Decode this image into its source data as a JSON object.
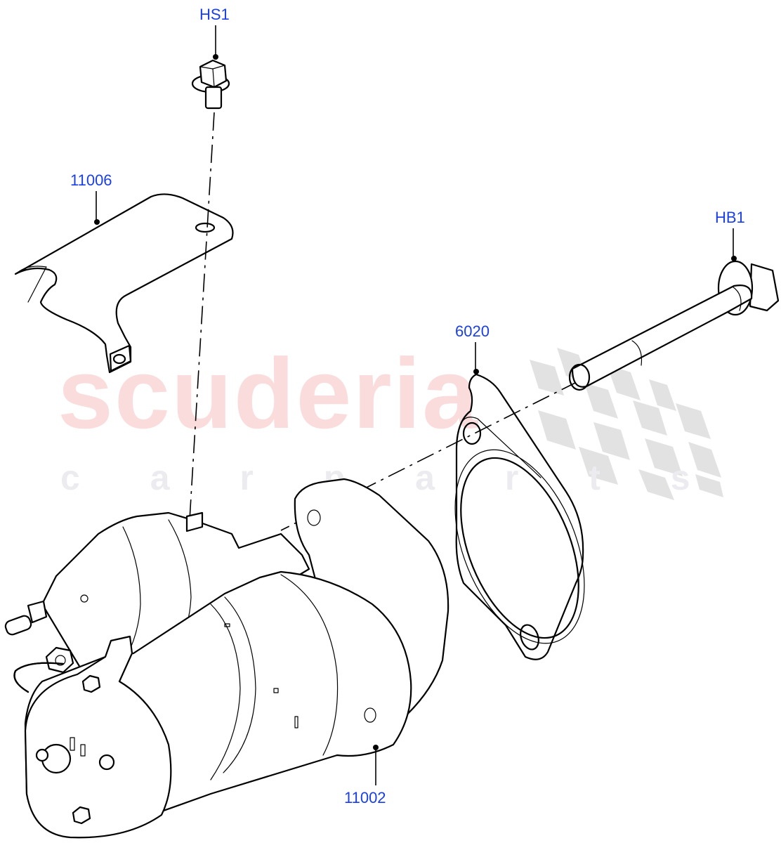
{
  "diagram": {
    "type": "exploded-parts-diagram",
    "subject": "starter motor assembly",
    "label_color": "#1a3fe6",
    "line_color": "#000000",
    "background": "#ffffff"
  },
  "watermark": {
    "brand": "scuderia",
    "tagline": "c a r   p a r t s",
    "brand_color": "#fbdcdc",
    "tagline_color": "#ececf0",
    "flag_color": "#e2e2e2"
  },
  "callouts": [
    {
      "id": "HS1",
      "label": "HS1",
      "part": "hex flange screw"
    },
    {
      "id": "11006",
      "label": "11006",
      "part": "heat shield bracket"
    },
    {
      "id": "HB1",
      "label": "HB1",
      "part": "hex flange bolt"
    },
    {
      "id": "6020",
      "label": "6020",
      "part": "gasket"
    },
    {
      "id": "11002",
      "label": "11002",
      "part": "starter motor"
    }
  ]
}
